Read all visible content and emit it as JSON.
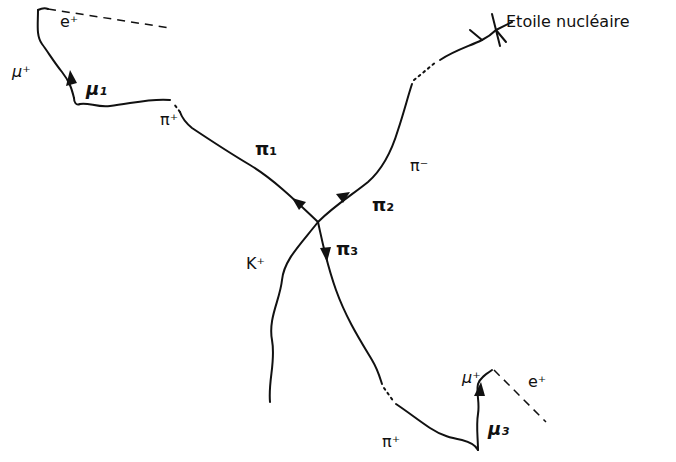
{
  "diagram": {
    "labels": [
      "e⁺",
      "μ⁺",
      "μ₁",
      "π⁺",
      "π₁",
      "Etoile nucléaire",
      "π⁻",
      "π₂",
      "π₃",
      "K⁺",
      "π⁺",
      "μ⁺",
      "e⁺",
      "μ₃"
    ]
  }
}
